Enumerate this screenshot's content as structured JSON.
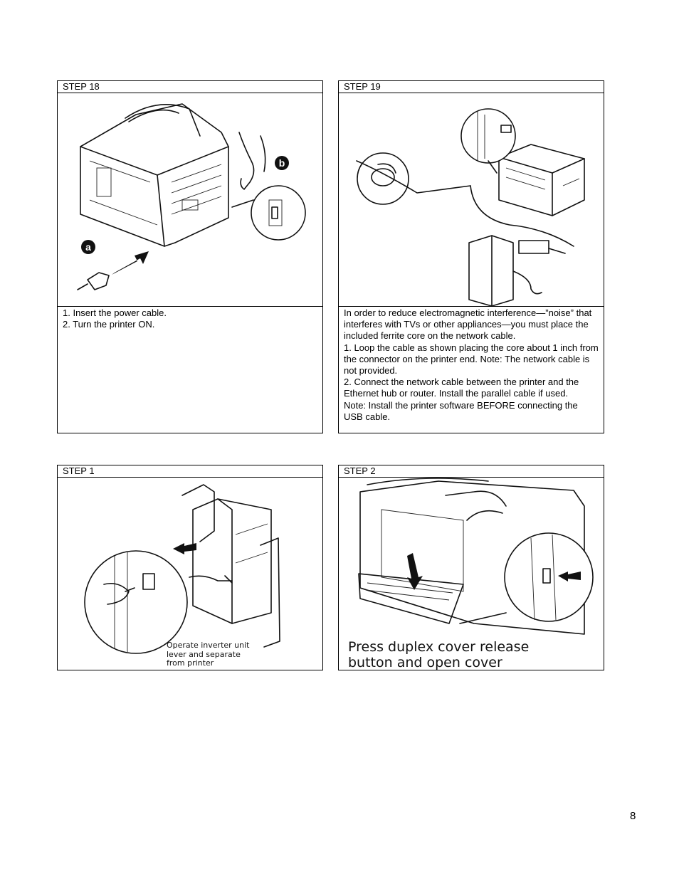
{
  "page_number": "8",
  "steps": [
    {
      "header": "STEP 18",
      "callouts": [
        "a",
        "b"
      ],
      "lines": [
        "1. Insert the power cable.",
        "2. Turn the printer ON."
      ]
    },
    {
      "header": "STEP 19",
      "lines": [
        "In order to reduce electromagnetic interference—”noise” that interferes with TVs or other appliances—you must place the included ferrite core on the network cable.",
        "1. Loop the cable as shown placing the core about 1 inch from the connector on the printer end. Note: The network cable is not provided.",
        "2. Connect the network cable between the printer and the Ethernet hub or router. Install the parallel cable if used.",
        "Note: Install the printer software BEFORE connecting the USB cable."
      ]
    },
    {
      "header": "STEP 1",
      "caption": "Operate inverter unit\nlever and separate\nfrom printer"
    },
    {
      "header": "STEP 2",
      "caption": "Press duplex cover release\nbutton and open cover"
    }
  ]
}
